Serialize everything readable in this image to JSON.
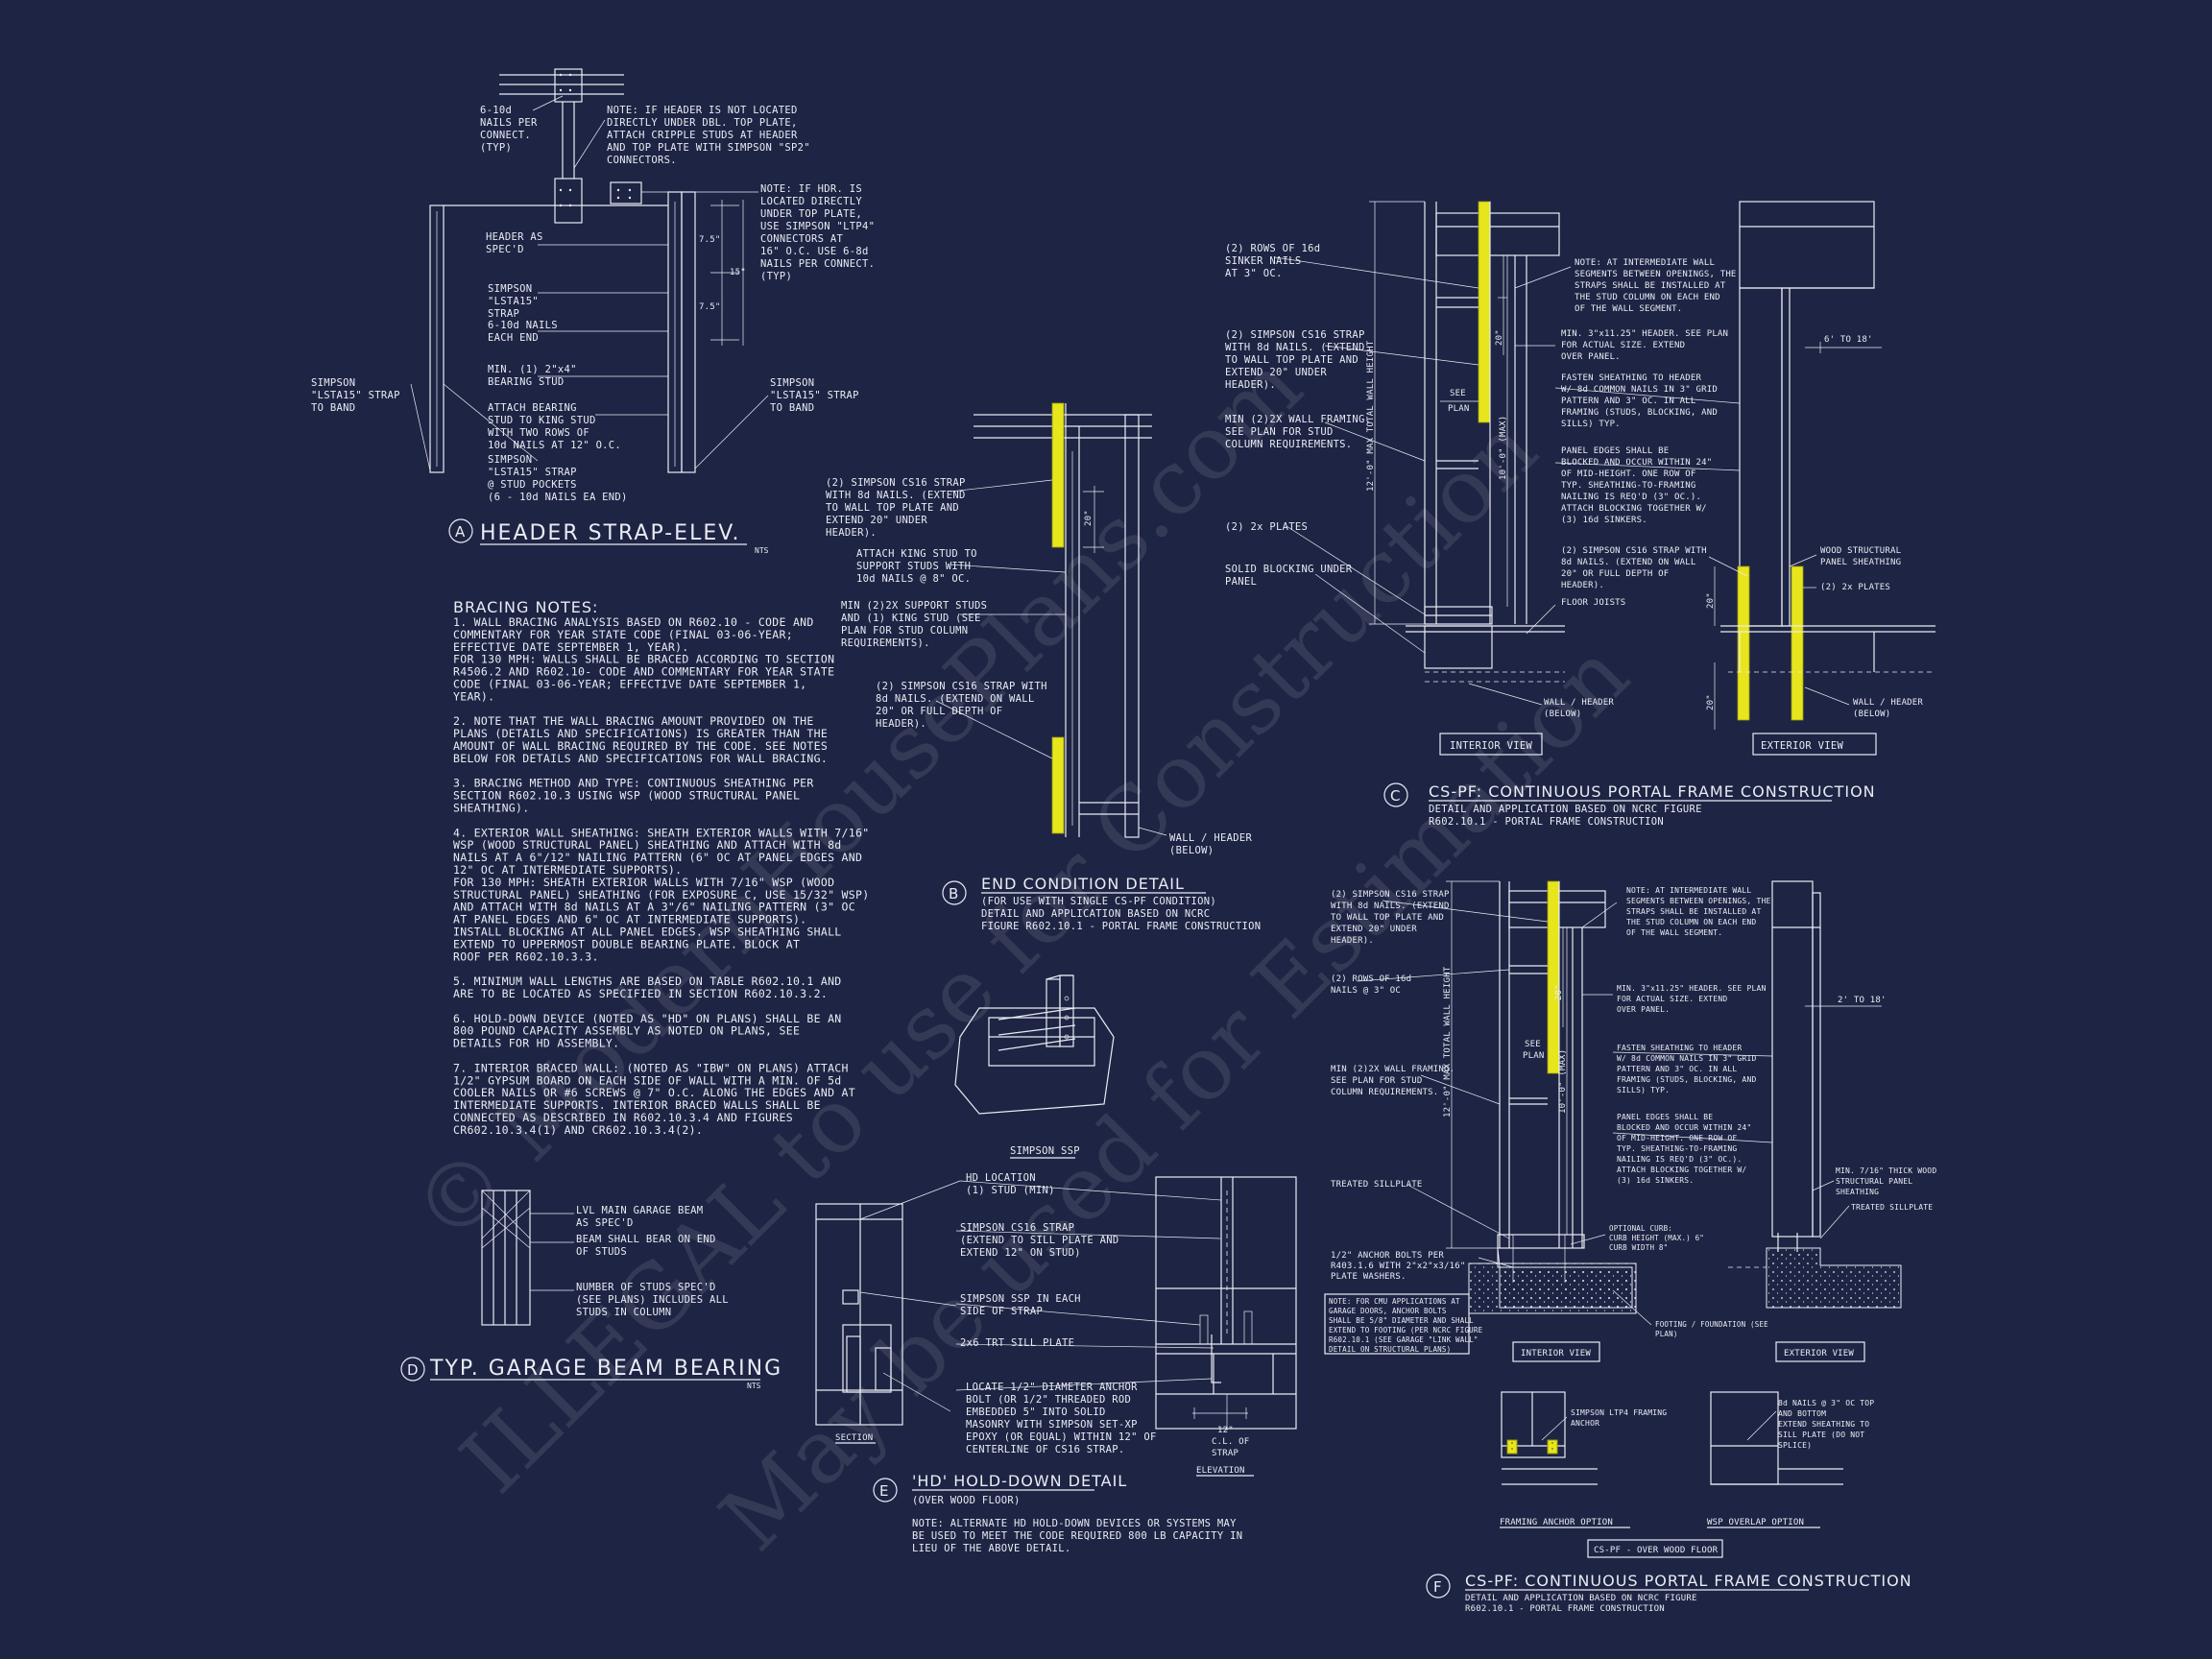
{
  "watermark": {
    "line1": "© ModernHousePlans.com",
    "line2": "ILLEGAL to use for Construction",
    "line3": "May be used for Estimation"
  },
  "detail_a": {
    "marker": "A",
    "title": "HEADER STRAP-ELEV.",
    "scale": "NTS",
    "notes": [
      [
        "6-10d",
        "NAILS PER",
        "CONNECT.",
        "(TYP)"
      ],
      [
        "NOTE: IF HEADER IS NOT LOCATED",
        "DIRECTLY UNDER DBL. TOP PLATE,",
        "ATTACH CRIPPLE STUDS AT HEADER",
        "AND TOP PLATE WITH SIMPSON \"SP2\"",
        "CONNECTORS."
      ],
      [
        "NOTE: IF HDR. IS",
        "LOCATED DIRECTLY",
        "UNDER TOP PLATE,",
        "USE SIMPSON \"LTP4\"",
        "CONNECTORS AT",
        "16\" O.C.  USE 6-8d",
        "NAILS PER CONNECT.",
        "(TYP)"
      ],
      [
        "HEADER AS",
        "SPEC'D"
      ],
      [
        "SIMPSON",
        "\"LSTA15\"",
        "STRAP"
      ],
      [
        "6-10d NAILS",
        "EACH END"
      ],
      [
        "MIN. (1) 2\"x4\"",
        "BEARING STUD"
      ],
      [
        "ATTACH BEARING",
        "STUD TO KING STUD",
        "WITH TWO ROWS OF",
        "10d NAILS AT 12\" O.C."
      ],
      [
        "SIMPSON",
        "\"LSTA15\" STRAP",
        "@ STUD POCKETS",
        "(6 - 10d NAILS EA END)"
      ],
      [
        "SIMPSON",
        "\"LSTA15\" STRAP",
        "TO BAND"
      ],
      [
        "SIMPSON",
        "\"LSTA15\" STRAP",
        "TO BAND"
      ]
    ],
    "dims": [
      "7.5\"",
      "15\"",
      "7.5\""
    ]
  },
  "bracing": {
    "heading": "BRACING NOTES:",
    "lines": [
      "1. WALL BRACING ANALYSIS BASED ON R602.10 - CODE AND",
      "COMMENTARY FOR YEAR STATE CODE (FINAL 03-06-YEAR;",
      "EFFECTIVE DATE SEPTEMBER 1, YEAR).",
      "FOR 130 MPH: WALLS SHALL BE BRACED ACCORDING TO SECTION",
      "R4506.2 AND R602.10- CODE AND COMMENTARY FOR YEAR STATE",
      "CODE (FINAL 03-06-YEAR; EFFECTIVE DATE SEPTEMBER 1,",
      "YEAR).",
      "",
      "2. NOTE THAT THE WALL BRACING AMOUNT PROVIDED ON THE",
      "PLANS (DETAILS AND SPECIFICATIONS) IS GREATER THAN THE",
      "AMOUNT OF WALL BRACING REQUIRED BY THE CODE. SEE NOTES",
      "BELOW FOR DETAILS AND SPECIFICATIONS FOR WALL BRACING.",
      "",
      "3. BRACING METHOD AND TYPE: CONTINUOUS SHEATHING PER",
      "SECTION R602.10.3 USING WSP (WOOD STRUCTURAL PANEL",
      "SHEATHING).",
      "",
      "4. EXTERIOR WALL SHEATHING: SHEATH EXTERIOR WALLS WITH 7/16\"",
      "WSP (WOOD STRUCTURAL PANEL) SHEATHING AND ATTACH WITH 8d",
      "NAILS AT A 6\"/12\" NAILING PATTERN (6\" OC AT PANEL EDGES AND",
      "12\" OC AT INTERMEDIATE SUPPORTS).",
      "FOR 130 MPH: SHEATH EXTERIOR WALLS WITH 7/16\" WSP (WOOD",
      "STRUCTURAL PANEL) SHEATHING (FOR EXPOSURE C, USE 15/32\" WSP)",
      "AND ATTACH WITH 8d NAILS AT A 3\"/6\" NAILING PATTERN (3\" OC",
      "AT PANEL EDGES AND 6\" OC AT INTERMEDIATE SUPPORTS).",
      "INSTALL BLOCKING AT ALL PANEL EDGES. WSP SHEATHING SHALL",
      "EXTEND TO UPPERMOST DOUBLE BEARING PLATE. BLOCK AT",
      "ROOF PER R602.10.3.3.",
      "",
      "5. MINIMUM WALL LENGTHS ARE BASED ON TABLE R602.10.1 AND",
      "ARE TO BE LOCATED AS SPECIFIED IN SECTION R602.10.3.2.",
      "",
      "6. HOLD-DOWN DEVICE (NOTED AS \"HD\" ON PLANS) SHALL BE AN",
      "800 POUND CAPACITY ASSEMBLY AS NOTED ON PLANS, SEE",
      "DETAILS FOR HD ASSEMBLY.",
      "",
      "7. INTERIOR BRACED WALL: (NOTED AS \"IBW\" ON PLANS) ATTACH",
      "1/2\" GYPSUM BOARD ON EACH SIDE OF WALL WITH A MIN. OF 5d",
      "COOLER NAILS OR #6 SCREWS @ 7\" O.C. ALONG THE EDGES AND AT",
      "INTERMEDIATE SUPPORTS. INTERIOR BRACED WALLS SHALL BE",
      "CONNECTED AS DESCRIBED IN R602.10.3.4 AND FIGURES",
      "CR602.10.3.4(1) AND CR602.10.3.4(2)."
    ]
  },
  "detail_b": {
    "marker": "B",
    "title": "END CONDITION DETAIL",
    "subtitle": [
      "(FOR USE WITH SINGLE CS-PF CONDITION)",
      "DETAIL AND APPLICATION BASED ON NCRC",
      "FIGURE R602.10.1 - PORTAL FRAME CONSTRUCTION"
    ],
    "notes": [
      [
        "(2) SIMPSON CS16 STRAP",
        "WITH 8d NAILS. (EXTEND",
        "TO WALL TOP PLATE AND",
        "EXTEND 20\" UNDER",
        "HEADER)."
      ],
      [
        "ATTACH KING STUD TO",
        "SUPPORT STUDS WITH",
        "10d NAILS @ 8\" OC."
      ],
      [
        "MIN (2)2X SUPPORT STUDS",
        "AND (1) KING STUD (SEE",
        "PLAN FOR STUD COLUMN",
        "REQUIREMENTS)."
      ],
      [
        "(2) SIMPSON CS16 STRAP WITH",
        "8d NAILS. (EXTEND ON WALL",
        "20\" OR FULL DEPTH OF",
        "HEADER)."
      ],
      [
        "WALL / HEADER",
        "(BELOW)"
      ]
    ],
    "dim": "20\""
  },
  "simpson_ssp": {
    "label": "SIMPSON SSP"
  },
  "detail_c": {
    "marker": "C",
    "title": "CS-PF: CONTINUOUS PORTAL FRAME CONSTRUCTION",
    "subtitle": [
      "DETAIL AND APPLICATION BASED ON NCRC FIGURE",
      "R602.10.1 - PORTAL FRAME CONSTRUCTION"
    ],
    "left_notes": [
      [
        "(2) ROWS OF 16d",
        "SINKER NAILS",
        "AT 3\" OC."
      ],
      [
        "(2) SIMPSON CS16 STRAP",
        "WITH 8d NAILS. (EXTEND",
        "TO WALL TOP PLATE AND",
        "EXTEND 20\" UNDER",
        "HEADER)."
      ],
      [
        "MIN (2)2X WALL FRAMING.",
        "SEE PLAN FOR STUD",
        "COLUMN REQUIREMENTS."
      ],
      [
        "(2) 2x PLATES"
      ],
      [
        "SOLID BLOCKING UNDER",
        "PANEL"
      ]
    ],
    "right_notes": [
      [
        "NOTE: AT INTERMEDIATE WALL",
        "SEGMENTS BETWEEN OPENINGS, THE",
        "STRAPS SHALL BE INSTALLED AT",
        "THE STUD COLUMN ON EACH END",
        "OF THE WALL SEGMENT."
      ],
      [
        "MIN. 3\"x11.25\" HEADER. SEE PLAN",
        "FOR ACTUAL SIZE. EXTEND",
        "OVER PANEL."
      ],
      [
        "FASTEN SHEATHING TO HEADER",
        "W/ 8d COMMON NAILS IN 3\" GRID",
        "PATTERN AND 3\" OC. IN ALL",
        "FRAMING (STUDS, BLOCKING, AND",
        "SILLS) TYP."
      ],
      [
        "PANEL EDGES SHALL BE",
        "BLOCKED AND OCCUR WITHIN 24\"",
        "OF MID-HEIGHT.  ONE ROW OF",
        "TYP. SHEATHING-TO-FRAMING",
        "NAILING IS REQ'D (3\" OC.).",
        "ATTACH BLOCKING TOGETHER W/",
        "(3) 16d SINKERS."
      ],
      [
        "(2) SIMPSON CS16 STRAP WITH",
        "8d NAILS. (EXTEND ON WALL",
        "20\" OR FULL DEPTH OF",
        "HEADER)."
      ],
      [
        "FLOOR JOISTS"
      ],
      [
        "WALL / HEADER",
        "(BELOW)"
      ],
      [
        "WALL / HEADER",
        "(BELOW)"
      ],
      [
        "WOOD STRUCTURAL",
        "PANEL SHEATHING"
      ],
      [
        "(2) 2x PLATES"
      ],
      [
        "6' TO 18'"
      ]
    ],
    "see_plan": [
      "SEE",
      "PLAN"
    ],
    "vert_labels": [
      "12'-0\" MAX TOTAL WALL HEIGHT",
      "10'-0\" (MAX)",
      "20\"",
      "20\"",
      "20\""
    ],
    "view_labels": [
      "INTERIOR VIEW",
      "EXTERIOR VIEW"
    ]
  },
  "detail_d": {
    "marker": "D",
    "title": "TYP. GARAGE BEAM BEARING",
    "scale": "NTS",
    "notes": [
      [
        "LVL MAIN GARAGE BEAM",
        "AS SPEC'D"
      ],
      [
        "BEAM SHALL BEAR ON END",
        "OF STUDS"
      ],
      [
        "NUMBER OF STUDS SPEC'D",
        "(SEE PLANS) INCLUDES ALL",
        "STUDS IN COLUMN"
      ]
    ]
  },
  "detail_e": {
    "marker": "E",
    "title": "'HD' HOLD-DOWN DETAIL",
    "subtitle": "(OVER WOOD FLOOR)",
    "notes": [
      [
        "HD LOCATION",
        "(1) STUD (MIN)"
      ],
      [
        "SIMPSON CS16 STRAP",
        "(EXTEND TO SILL PLATE AND",
        "EXTEND 12\" ON STUD)"
      ],
      [
        "SIMPSON SSP IN EACH",
        "SIDE OF STRAP"
      ],
      [
        "2x6 TRT SILL PLATE"
      ],
      [
        "LOCATE 1/2\" DIAMETER ANCHOR",
        "BOLT (OR 1/2\" THREADED ROD",
        "EMBEDDED 5\" INTO SOLID",
        "MASONRY WITH SIMPSON SET-XP",
        "EPOXY (OR EQUAL) WITHIN 12\" OF",
        "CENTERLINE OF CS16 STRAP."
      ]
    ],
    "strap_dim": [
      "12\"",
      "C.L. OF",
      "STRAP"
    ],
    "section_label": "SECTION",
    "elevation_label": "ELEVATION",
    "bottom_note": [
      "NOTE: ALTERNATE HD HOLD-DOWN DEVICES OR SYSTEMS MAY",
      "BE USED TO MEET THE CODE REQUIRED 800 LB CAPACITY IN",
      "LIEU OF THE ABOVE DETAIL."
    ]
  },
  "detail_f": {
    "marker": "F",
    "title": "CS-PF: CONTINUOUS PORTAL FRAME CONSTRUCTION",
    "subtitle": [
      "DETAIL AND APPLICATION BASED ON NCRC FIGURE",
      "R602.10.1 - PORTAL FRAME CONSTRUCTION"
    ],
    "left_notes": [
      [
        "(2) SIMPSON CS16 STRAP",
        "WITH 8d NAILS. (EXTEND",
        "TO WALL TOP PLATE AND",
        "EXTEND 20\" UNDER",
        "HEADER)."
      ],
      [
        "(2) ROWS OF 16d",
        "NAILS @ 3\" OC"
      ],
      [
        "MIN (2)2X WALL FRAMING.",
        "SEE PLAN FOR STUD",
        "COLUMN REQUIREMENTS."
      ],
      [
        "TREATED SILLPLATE"
      ],
      [
        "1/2\" ANCHOR BOLTS PER",
        "R403.1.6 WITH 2\"x2\"x3/16\"",
        "PLATE WASHERS."
      ],
      [
        "NOTE: FOR CMU APPLICATIONS AT",
        "GARAGE DOORS, ANCHOR BOLTS",
        "SHALL BE 5/8\" DIAMETER AND SHALL",
        "EXTEND TO FOOTING (PER NCRC FIGURE",
        "R602.10.1 (SEE GARAGE \"LINK WALL\"",
        "DETAIL ON STRUCTURAL PLANS)"
      ]
    ],
    "right_notes": [
      [
        "NOTE: AT INTERMEDIATE WALL",
        "SEGMENTS BETWEEN OPENINGS, THE",
        "STRAPS SHALL BE INSTALLED AT",
        "THE STUD COLUMN ON EACH END",
        "OF THE WALL SEGMENT."
      ],
      [
        "MIN. 3\"x11.25\" HEADER. SEE PLAN",
        "FOR ACTUAL SIZE. EXTEND",
        "OVER PANEL."
      ],
      [
        "FASTEN SHEATHING TO HEADER",
        "W/ 8d COMMON NAILS IN 3\" GRID",
        "PATTERN AND 3\" OC. IN ALL",
        "FRAMING (STUDS, BLOCKING, AND",
        "SILLS) TYP."
      ],
      [
        "PANEL EDGES SHALL BE",
        "BLOCKED AND OCCUR WITHIN 24\"",
        "OF MID-HEIGHT.  ONE ROW OF",
        "TYP. SHEATHING-TO-FRAMING",
        "NAILING IS REQ'D (3\" OC.).",
        "ATTACH BLOCKING TOGETHER W/",
        "(3) 16d SINKERS."
      ],
      [
        "OPTIONAL CURB:",
        "CURB HEIGHT (MAX.) 6\"",
        "CURB WIDTH 8\""
      ],
      [
        "FOOTING / FOUNDATION (SEE",
        "PLAN)"
      ],
      [
        "MIN. 7/16\" THICK WOOD",
        "STRUCTURAL PANEL",
        "SHEATHING"
      ],
      [
        "TREATED SILLPLATE"
      ],
      [
        "2' TO 18'"
      ]
    ],
    "see_plan": [
      "SEE",
      "PLAN"
    ],
    "vert_labels": [
      "12'-0\" MAX TOTAL WALL HEIGHT",
      "10'-0\" (MAX)",
      "20\""
    ],
    "view_labels": [
      "INTERIOR VIEW",
      "EXTERIOR VIEW"
    ],
    "option_notes": [
      [
        "SIMPSON LTP4 FRAMING",
        "ANCHOR"
      ],
      [
        "8d NAILS @ 3\" OC TOP",
        "AND BOTTOM",
        "EXTEND SHEATHING TO",
        "SILL PLATE (DO NOT",
        "SPLICE)"
      ]
    ],
    "option_labels": [
      "FRAMING ANCHOR OPTION",
      "WSP OVERLAP OPTION"
    ],
    "box_label": "CS-PF - OVER WOOD FLOOR"
  }
}
